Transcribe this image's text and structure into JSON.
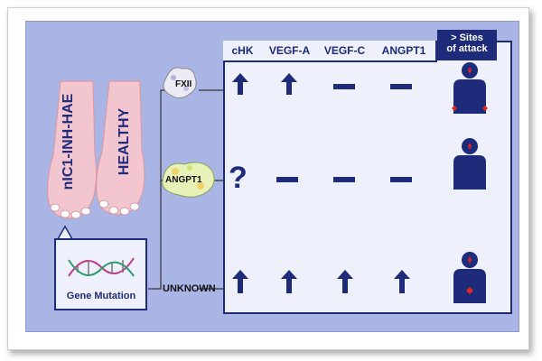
{
  "labels": {
    "patient": "nIC1-INH-HAE",
    "healthy": "HEALTHY",
    "gene_mutation": "Gene Mutation",
    "fxii": "FXII",
    "angpt1_protein": "ANGPT1",
    "unknown": "UNKNOWN",
    "question": "?"
  },
  "table": {
    "headers": [
      "cHK",
      "VEGF-A",
      "VEGF-C",
      "ANGPT1"
    ],
    "sites_header_line1": "> Sites",
    "sites_header_line2": "of attack",
    "rows": [
      {
        "factor": "FXII",
        "values": [
          "up",
          "up",
          "none",
          "none"
        ],
        "attack_sites": [
          "face",
          "hands"
        ]
      },
      {
        "factor": "ANGPT1",
        "values": [
          "unknown",
          "none",
          "none",
          "none"
        ],
        "attack_sites": [
          "face"
        ]
      },
      {
        "factor": "UNKNOWN",
        "values": [
          "up",
          "up",
          "up",
          "up"
        ],
        "attack_sites": [
          "face",
          "abdomen"
        ]
      }
    ]
  },
  "colors": {
    "background_panel": "#a9b5e4",
    "table_bg": "#eef1fb",
    "accent_navy": "#1e2a7a",
    "attack_red": "#e0281e",
    "skin": "#f3c6cf"
  },
  "icons": [
    "foot-icon",
    "protein-fxii-icon",
    "protein-angpt1-icon",
    "dna-icon",
    "up-arrow-icon",
    "dash-icon",
    "person-icon"
  ]
}
